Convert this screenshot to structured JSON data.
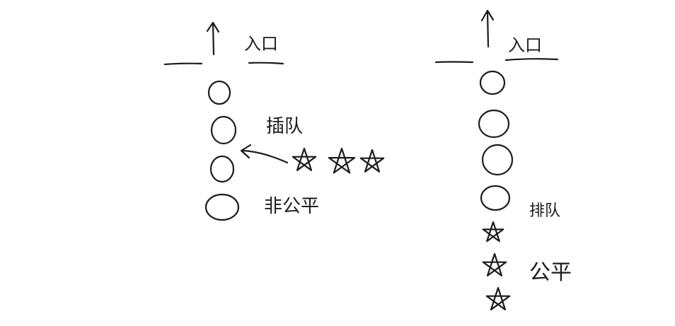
{
  "left_panel": {
    "entrance_label": "入口",
    "queue_jump_label": "插队",
    "unfair_label": "非公平"
  },
  "right_panel": {
    "entrance_label": "入口",
    "queue_label": "排队",
    "fair_label": "公平"
  },
  "colors": {
    "ink": "#1c1c1c",
    "background": "#ffffff"
  },
  "icons": {
    "waiting_item": "circle-icon",
    "newcomer": "star-icon",
    "direction": "arrow-up-icon"
  }
}
